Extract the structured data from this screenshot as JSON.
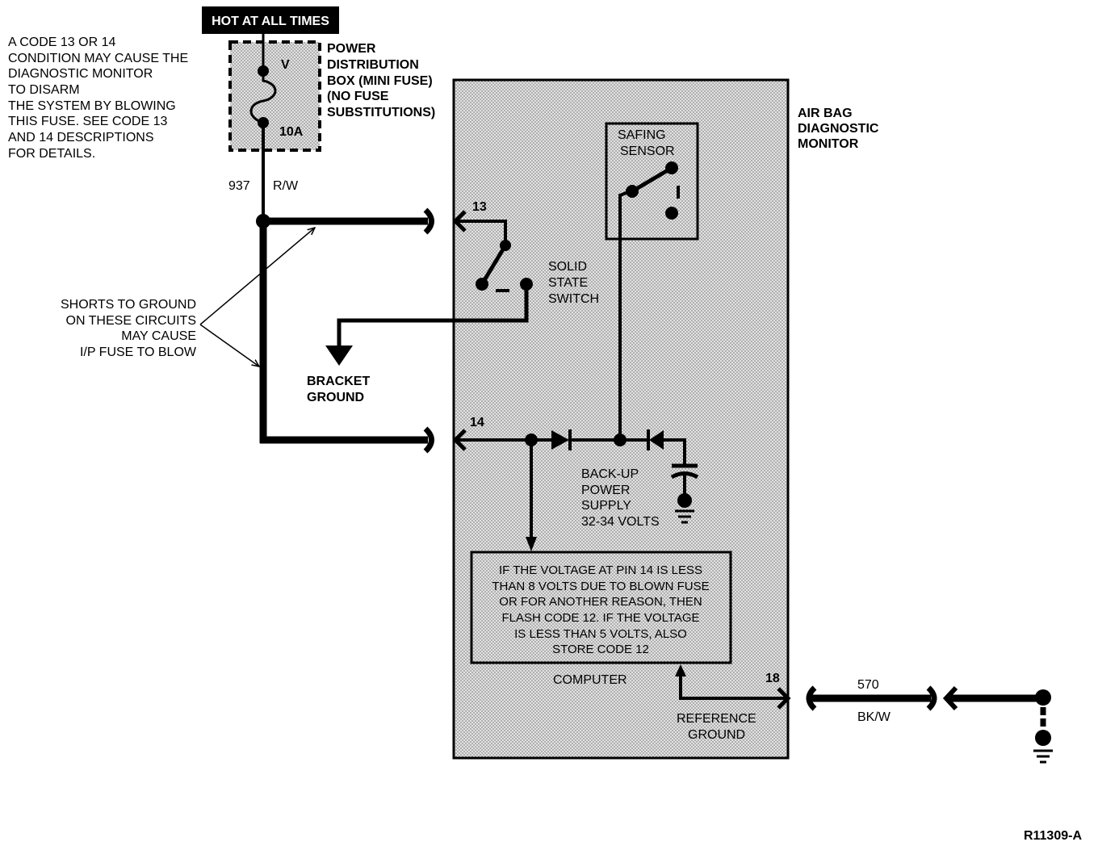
{
  "header": {
    "hot_label": "HOT AT ALL TIMES"
  },
  "fuse_note": {
    "lines": [
      "A CODE 13 OR 14",
      "CONDITION MAY CAUSE THE",
      "DIAGNOSTIC MONITOR",
      "TO DISARM",
      "THE SYSTEM BY BLOWING",
      "THIS FUSE. SEE CODE 13",
      "AND 14 DESCRIPTIONS",
      "FOR DETAILS."
    ]
  },
  "fuse": {
    "terminal": "V",
    "rating": "10A",
    "box_label_lines": [
      "POWER",
      "DISTRIBUTION",
      "BOX (MINI FUSE)",
      "(NO FUSE",
      "SUBSTITUTIONS)"
    ]
  },
  "wire_937": {
    "circuit": "937",
    "color": "R/W"
  },
  "module": {
    "title_lines": [
      "AIR BAG",
      "DIAGNOSTIC",
      "MONITOR"
    ]
  },
  "pins": {
    "pin13": "13",
    "pin14": "14",
    "pin18": "18"
  },
  "safing_sensor": {
    "label_lines": [
      "SAFING",
      "SENSOR"
    ]
  },
  "solid_state_switch": {
    "label_lines": [
      "SOLID",
      "STATE",
      "SWITCH"
    ]
  },
  "shorts_note": {
    "lines": [
      "SHORTS TO GROUND",
      "ON THESE CIRCUITS",
      "MAY CAUSE",
      "I/P FUSE TO BLOW"
    ]
  },
  "bracket_ground": {
    "label_lines": [
      "BRACKET",
      "GROUND"
    ]
  },
  "backup_power": {
    "label_lines": [
      "BACK-UP",
      "POWER",
      "SUPPLY",
      "32-34 VOLTS"
    ]
  },
  "computer": {
    "label": "COMPUTER",
    "message_lines": [
      "IF THE VOLTAGE AT PIN 14 IS LESS",
      "THAN 8 VOLTS DUE TO BLOWN FUSE",
      "OR FOR ANOTHER REASON, THEN",
      "FLASH CODE 12. IF THE VOLTAGE",
      "IS LESS THAN 5 VOLTS, ALSO",
      "STORE CODE 12"
    ]
  },
  "reference_ground": {
    "label_lines": [
      "REFERENCE",
      "GROUND"
    ]
  },
  "wire_570": {
    "circuit": "570",
    "color": "BK/W"
  },
  "figure_id": "R11309-A"
}
